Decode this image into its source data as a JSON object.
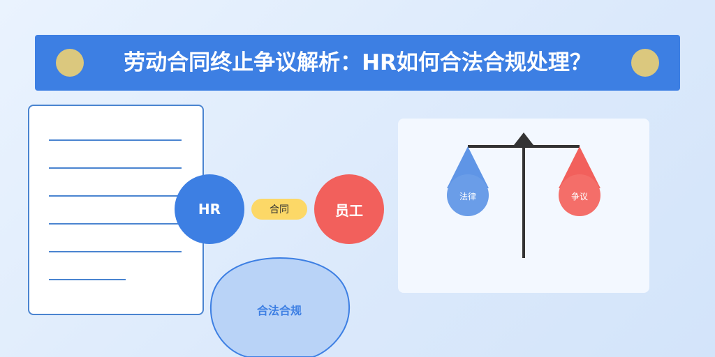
{
  "header": {
    "title": "劳动合同终止争议解析：HR如何合法合规处理？"
  },
  "relationship": {
    "left_party": "HR",
    "link_label": "合同",
    "right_party": "员工"
  },
  "compliance": {
    "label": "合法合规"
  },
  "scale": {
    "left_label": "法律",
    "right_label": "争议"
  },
  "colors": {
    "primary_blue": "#3d7fe3",
    "accent_red": "#f2605c",
    "accent_yellow": "#fcd867",
    "gold_dot": "#dbc87e",
    "document_line": "#4a84d0"
  },
  "icons": {
    "document": "document-icon",
    "shield": "shield-icon",
    "balance_scale": "balance-scale-icon"
  }
}
